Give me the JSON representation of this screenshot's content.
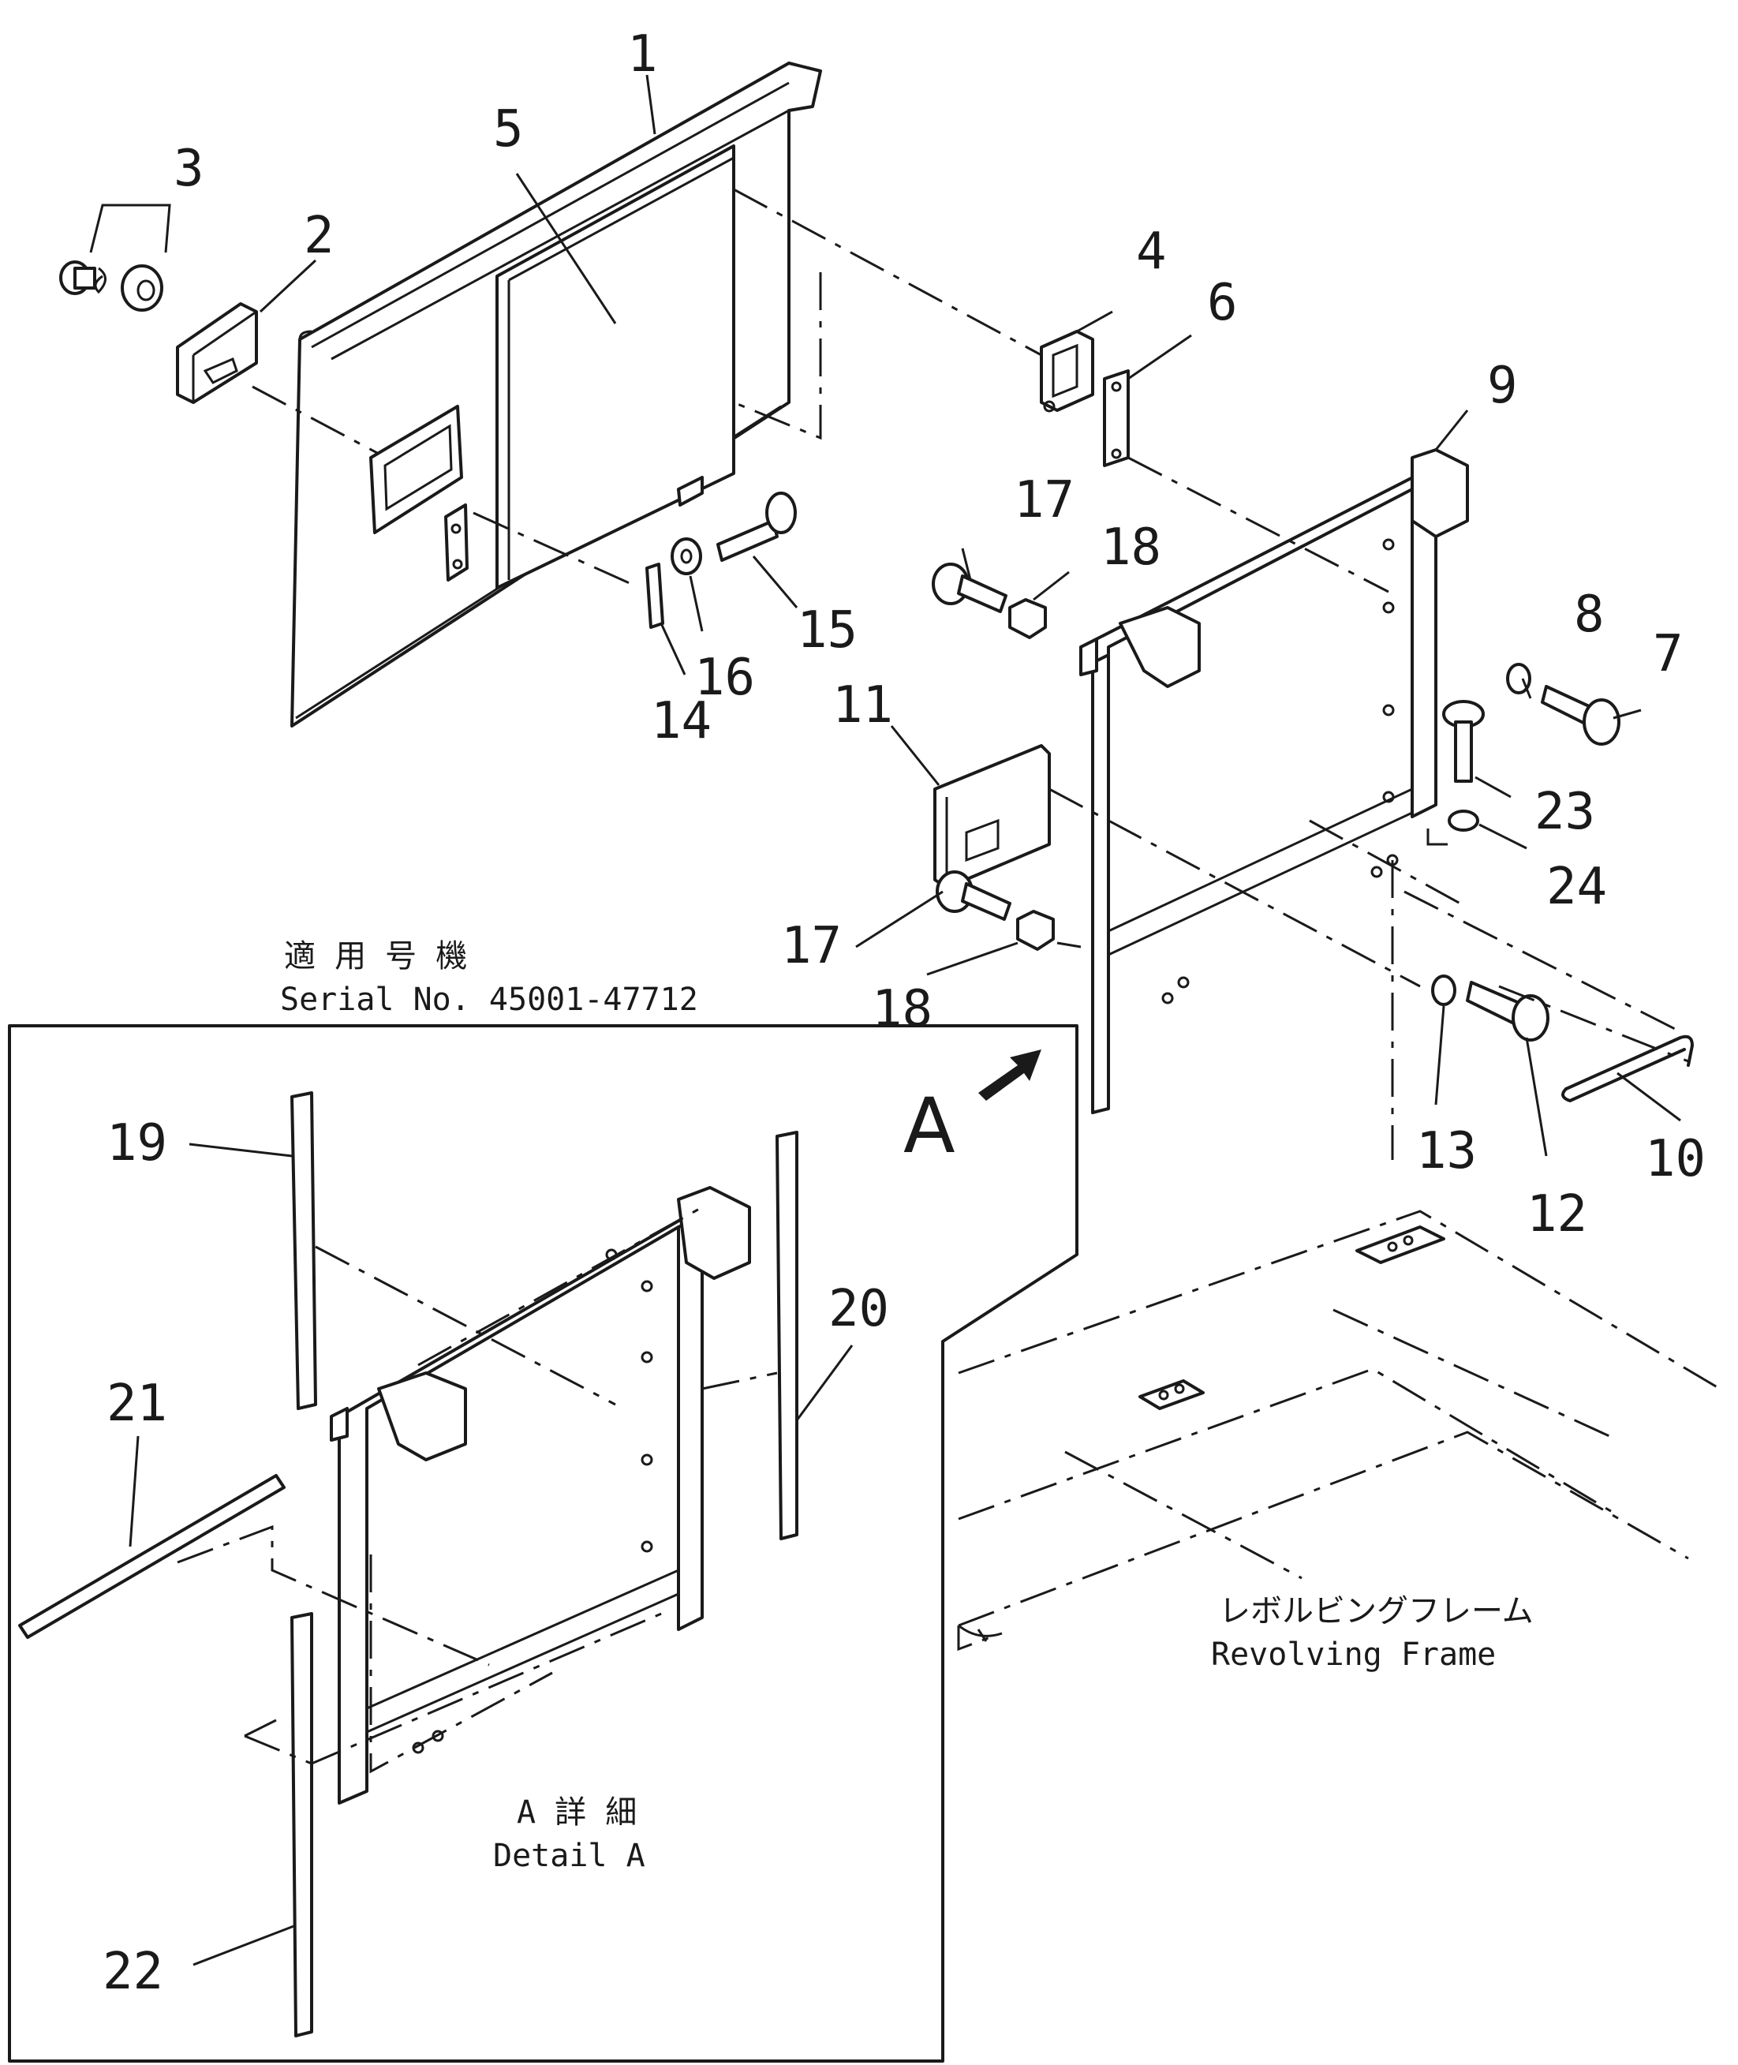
{
  "part_numbers": [
    "1",
    "2",
    "3",
    "4",
    "5",
    "6",
    "7",
    "8",
    "9",
    "10",
    "11",
    "12",
    "13",
    "14",
    "15",
    "16",
    "17",
    "17",
    "18",
    "18",
    "19",
    "20",
    "21",
    "22",
    "23",
    "24"
  ],
  "serial_label": {
    "jp": "適 用 号 機",
    "en": "Serial No. 45001-47712"
  },
  "detail": {
    "marker": "A",
    "jp": "A 詳 細",
    "en": "Detail A"
  },
  "frame_label": {
    "jp": "レボルビングフレーム",
    "en": "Revolving Frame"
  }
}
